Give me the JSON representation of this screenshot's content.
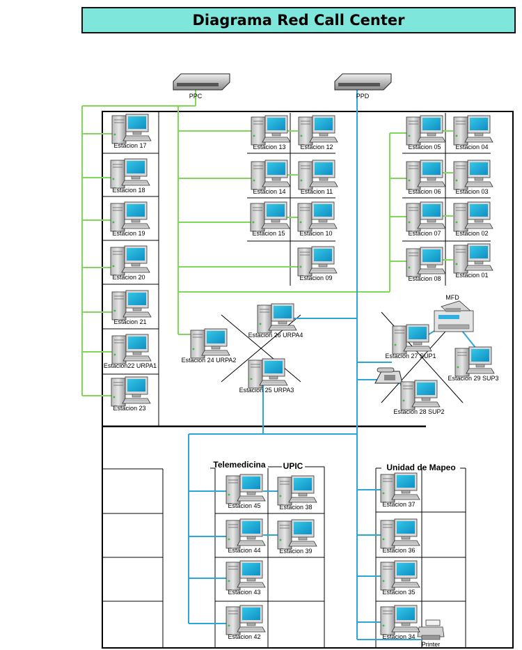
{
  "title": "Diagrama Red Call Center",
  "switches": [
    {
      "id": "ppc",
      "label": "PPC"
    },
    {
      "id": "ppd",
      "label": "PPD"
    }
  ],
  "areas": {
    "telemedicina": "Telemedicina",
    "upic": "UPIC",
    "mapeo": "Unidad de Mapeo"
  },
  "devices": {
    "mfd": "MFD",
    "printer": "Printer"
  },
  "stations": [
    {
      "id": "e17",
      "label": "Estacion 17"
    },
    {
      "id": "e18",
      "label": "Estacion 18"
    },
    {
      "id": "e19",
      "label": "Estacion 19"
    },
    {
      "id": "e20",
      "label": "Estacion 20"
    },
    {
      "id": "e21",
      "label": "Estacion 21"
    },
    {
      "id": "e22",
      "label": "Estacion22 URPA1"
    },
    {
      "id": "e23",
      "label": "Estacion 23"
    },
    {
      "id": "e13",
      "label": "Estacion 13"
    },
    {
      "id": "e12",
      "label": "Estacion 12"
    },
    {
      "id": "e14",
      "label": "Estacion 14"
    },
    {
      "id": "e11",
      "label": "Estacion 11"
    },
    {
      "id": "e15",
      "label": "Estacion 15"
    },
    {
      "id": "e10",
      "label": "Estacion 10"
    },
    {
      "id": "e09",
      "label": "Estacion 09"
    },
    {
      "id": "e05",
      "label": "Estacion 05"
    },
    {
      "id": "e04",
      "label": "Estacion 04"
    },
    {
      "id": "e06",
      "label": "Estacion 06"
    },
    {
      "id": "e03",
      "label": "Estacion 03"
    },
    {
      "id": "e07",
      "label": "Estacion 07"
    },
    {
      "id": "e02",
      "label": "Estacion 02"
    },
    {
      "id": "e08",
      "label": "Estacion 08"
    },
    {
      "id": "e01",
      "label": "Estacion 01"
    },
    {
      "id": "e26",
      "label": "Estacion 26 URPA4"
    },
    {
      "id": "e24",
      "label": "Estacion 24 URPA2"
    },
    {
      "id": "e25",
      "label": "Estacion 25 URPA3"
    },
    {
      "id": "e27",
      "label": "Estacion 27 SUP1"
    },
    {
      "id": "e29",
      "label": "Estacion 29 SUP3"
    },
    {
      "id": "e28",
      "label": "Estacion 28 SUP2"
    },
    {
      "id": "e45",
      "label": "Estacion 45"
    },
    {
      "id": "e38",
      "label": "Estacion 38"
    },
    {
      "id": "e44",
      "label": "Estacion 44"
    },
    {
      "id": "e39",
      "label": "Estacion 39"
    },
    {
      "id": "e43",
      "label": "Estacion 43"
    },
    {
      "id": "e42",
      "label": "Estacion 42"
    },
    {
      "id": "e37",
      "label": "Estacion 37"
    },
    {
      "id": "e36",
      "label": "Estacion 36"
    },
    {
      "id": "e35",
      "label": "Estacion 35"
    },
    {
      "id": "e34",
      "label": "Estacion 34"
    }
  ],
  "colors": {
    "green_link": "#7ed957",
    "blue_link": "#2aa7d8",
    "title_bg": "#7fe6dc"
  }
}
